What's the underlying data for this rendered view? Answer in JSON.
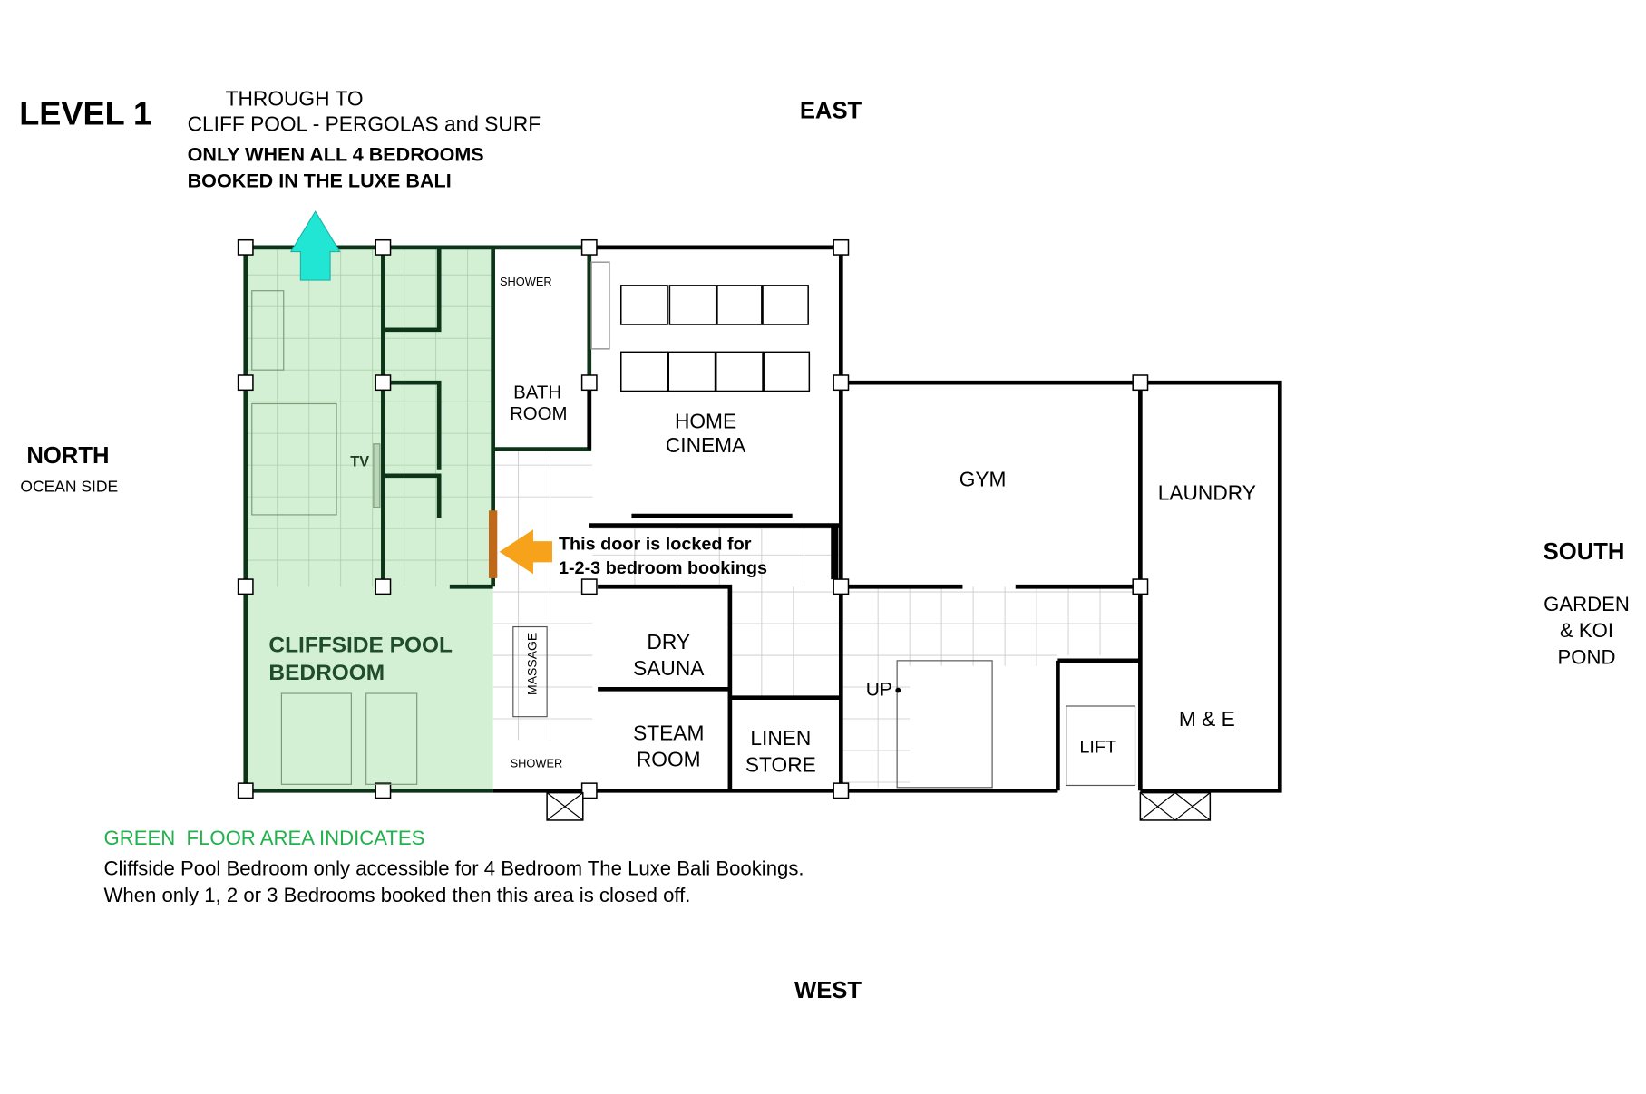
{
  "title": "LEVEL 1",
  "access_note": {
    "line1": "THROUGH TO",
    "line2": "CLIFF POOL - PERGOLAS and SURF",
    "line3": "ONLY WHEN ALL 4 BEDROOMS",
    "line4": "BOOKED IN THE LUXE BALI"
  },
  "compass": {
    "east": "EAST",
    "west": "WEST",
    "north": "NORTH",
    "north_sub": "OCEAN SIDE",
    "south": "SOUTH",
    "south_sub": [
      "GARDEN",
      "& KOI",
      "POND"
    ]
  },
  "rooms": {
    "shower_top": "SHOWER",
    "bathroom": [
      "BATH",
      "ROOM"
    ],
    "home_cinema": [
      "HOME",
      "CINEMA"
    ],
    "gym": "GYM",
    "laundry": "LAUNDRY",
    "tv": "TV",
    "cliffside": [
      "CLIFFSIDE POOL",
      "BEDROOM"
    ],
    "dry_sauna": [
      "DRY",
      "SAUNA"
    ],
    "steam_room": [
      "STEAM",
      "ROOM"
    ],
    "linen_store": [
      "LINEN",
      "STORE"
    ],
    "up": "UP",
    "lift": "LIFT",
    "m_and_e": "M & E",
    "massage": "MASSAGE",
    "shower_bottom": "SHOWER"
  },
  "locked_door_note": [
    "This door is locked for",
    "1-2-3 bedroom bookings"
  ],
  "legend": {
    "heading": "GREEN  FLOOR AREA INDICATES",
    "line1": "Cliffside Pool Bedroom only accessible for 4 Bedroom The Luxe Bali Bookings.",
    "line2": "When only 1, 2 or 3 Bedrooms booked then this area is closed off."
  },
  "colors": {
    "green_area": "#d4f0d4",
    "legend_green": "#22b14c",
    "access_arrow": "#22e6d4",
    "locked_arrow": "#f7a21b",
    "locked_door": "#c0681a"
  }
}
